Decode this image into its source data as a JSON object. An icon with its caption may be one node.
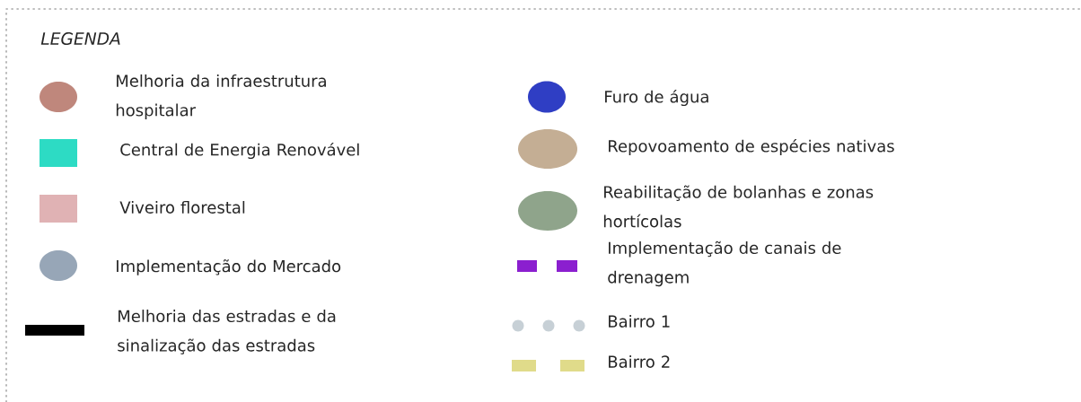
{
  "diagram": {
    "title": "LEGENDA",
    "legend": [
      {
        "text": "Melhoria da infraestrutura hospitalar",
        "color": "#bf877c"
      },
      {
        "text": "Central de Energia Renovável",
        "color": "#2ddbc4"
      },
      {
        "text": "Viveiro florestal",
        "color": "#e0b2b4"
      },
      {
        "text": "Implementação do Mercado",
        "color": "#97a6b7"
      },
      {
        "text": "Melhoria das estradas e da sinalização das estradas",
        "color": "#000000"
      },
      {
        "text": "Furo de água",
        "color": "#2f3ec4"
      },
      {
        "text": "Repovoamento de espécies nativas",
        "color": "#c4ae94"
      },
      {
        "text": "Reabilitação de bolanhas e zonas hortícolas",
        "color": "#8fa48b"
      },
      {
        "text": "Implementação de canais de drenagem",
        "color": "#8b1fcf"
      },
      {
        "text": "Bairro 1",
        "color": "#c7d0d6"
      },
      {
        "text": "Bairro 2",
        "color": "#e0db8a"
      }
    ]
  }
}
